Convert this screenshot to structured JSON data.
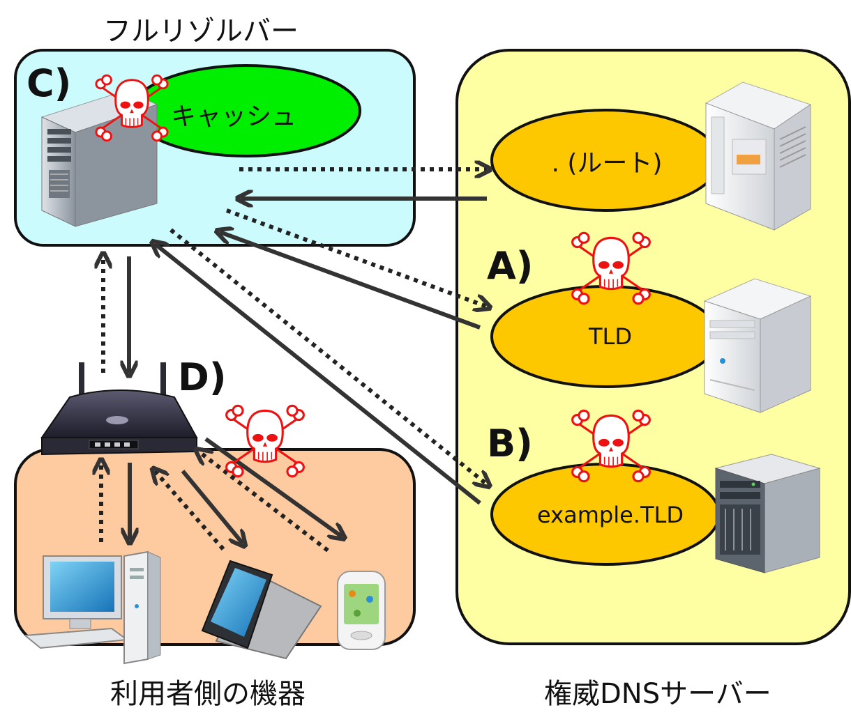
{
  "captions": {
    "resolver_title": "フルリゾルバー",
    "user_devices": "利用者側の機器",
    "authoritative": "権威DNSサーバー"
  },
  "nodes": {
    "cache": "キャッシュ",
    "root": ". (ルート)",
    "tld": "TLD",
    "example_tld": "example.TLD"
  },
  "attack_labels": {
    "a": "A)",
    "b": "B)",
    "c": "C)",
    "d": "D)"
  },
  "colors": {
    "resolver_bg": "#ccfbfd",
    "user_bg": "#fecba1",
    "authoritative_bg": "#fefea3",
    "cache_fill": "#00ee00",
    "server_fill": "#fec800",
    "skull": "#ee1111",
    "arrow": "#333333"
  },
  "icons": {
    "resolver_server": "tower-server-icon",
    "root_server": "large-server-icon",
    "tld_server": "white-server-icon",
    "example_server": "rack-server-icon",
    "router": "wifi-router-icon",
    "desktop": "desktop-pc-icon",
    "tablet": "tablet-icon",
    "phone": "smartphone-icon",
    "skull": "skull-crossbones-icon"
  }
}
